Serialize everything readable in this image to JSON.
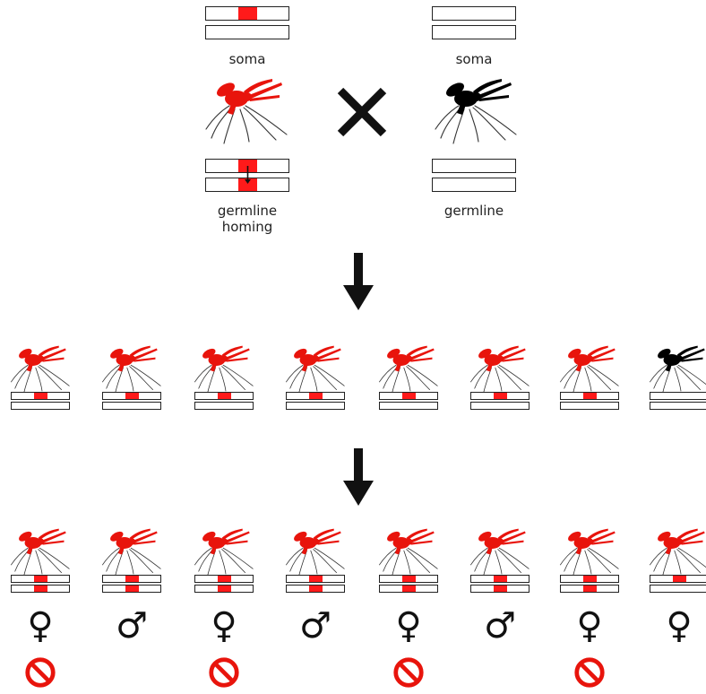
{
  "labels": {
    "parent_left_soma": "soma",
    "parent_right_soma": "soma",
    "parent_left_germline": "germline\nhoming",
    "parent_right_germline": "germline"
  },
  "icons": {
    "cross": "cross-x-icon",
    "arrow": "down-arrow-icon",
    "no_entry": "prohibited-icon",
    "female": "female-symbol",
    "male": "male-symbol",
    "mosquito": "mosquito-icon"
  },
  "colors": {
    "marker": "#ff1a1a",
    "transgenic": "#e8140c",
    "wildtype": "#000000",
    "no_entry": "#e8140c"
  },
  "generation1": {
    "offspring": [
      {
        "color": "red",
        "marker": true
      },
      {
        "color": "red",
        "marker": true
      },
      {
        "color": "red",
        "marker": true
      },
      {
        "color": "red",
        "marker": true
      },
      {
        "color": "red",
        "marker": true
      },
      {
        "color": "red",
        "marker": true
      },
      {
        "color": "red",
        "marker": true
      },
      {
        "color": "black",
        "marker": false
      }
    ]
  },
  "generation2": {
    "offspring": [
      {
        "sex": "♀",
        "homozygous": true,
        "sterile": true
      },
      {
        "sex": "♂",
        "homozygous": true,
        "sterile": false
      },
      {
        "sex": "♀",
        "homozygous": true,
        "sterile": true
      },
      {
        "sex": "♂",
        "homozygous": true,
        "sterile": false
      },
      {
        "sex": "♀",
        "homozygous": true,
        "sterile": true
      },
      {
        "sex": "♂",
        "homozygous": true,
        "sterile": false
      },
      {
        "sex": "♀",
        "homozygous": true,
        "sterile": true
      },
      {
        "sex": "♀",
        "homozygous": false,
        "sterile": false
      }
    ]
  }
}
